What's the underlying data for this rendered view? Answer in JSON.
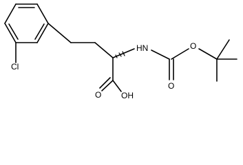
{
  "molecule": {
    "atoms": {
      "chlorine": "Cl",
      "amine": "HN",
      "carbonyl_oxygen": "O",
      "ester_oxygen": "O",
      "acid_carbonyl_oxygen": "O",
      "acid_hydroxyl": "OH"
    },
    "colors": {
      "bond": "#000000",
      "label": "#000000",
      "background": "#ffffff"
    }
  }
}
